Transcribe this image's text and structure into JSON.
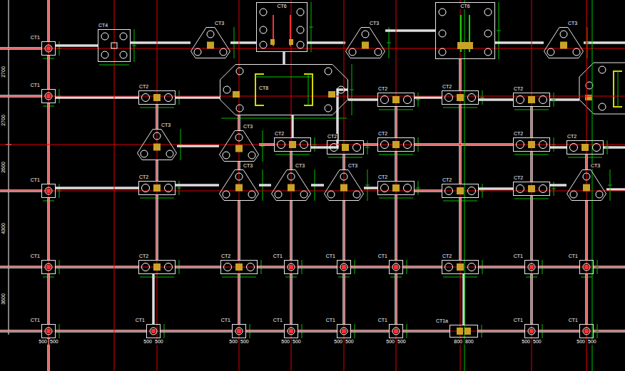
{
  "diagram": {
    "nodes": [
      {
        "text": [
          "CT1"
        ]
      },
      {
        "text": [
          "CT4"
        ]
      },
      {
        "text": [
          "CT3"
        ]
      },
      {
        "text": [
          "CT6"
        ]
      },
      {
        "text": [
          "CT3"
        ]
      },
      {
        "text": [
          "CT6"
        ]
      },
      {
        "text": [
          "CT3"
        ]
      },
      {
        "text": [
          "CT1"
        ]
      },
      {
        "text": [
          "CT2"
        ]
      },
      {
        "text": [
          "CT8"
        ]
      },
      {
        "text": [
          "CT2"
        ]
      },
      {
        "text": [
          "CT2"
        ]
      },
      {
        "text": [
          "CT2"
        ]
      },
      {
        "text": [
          "CT3"
        ]
      },
      {
        "text": [
          "CT3"
        ]
      },
      {
        "text": [
          "CT2"
        ]
      },
      {
        "text": [
          "CT2"
        ]
      },
      {
        "text": [
          "CT2"
        ]
      },
      {
        "text": [
          "CT2"
        ]
      },
      {
        "text": [
          "CT2"
        ]
      },
      {
        "text": [
          "CT1"
        ]
      },
      {
        "text": [
          "CT2"
        ]
      },
      {
        "text": [
          "CT3"
        ]
      },
      {
        "text": [
          "CT3"
        ]
      },
      {
        "text": [
          "CT3"
        ]
      },
      {
        "text": [
          "CT2"
        ]
      },
      {
        "text": [
          "CT2"
        ]
      },
      {
        "text": [
          "CT2"
        ]
      },
      {
        "text": [
          "CT3"
        ]
      },
      {
        "text": [
          "CT1"
        ]
      },
      {
        "text": [
          "CT2"
        ]
      },
      {
        "text": [
          "CT2"
        ]
      },
      {
        "text": [
          "CT1"
        ]
      },
      {
        "text": [
          "CT1"
        ]
      },
      {
        "text": [
          "CT1"
        ]
      },
      {
        "text": [
          "CT2"
        ]
      },
      {
        "text": [
          "CT1"
        ]
      },
      {
        "text": [
          "CT1"
        ]
      },
      {
        "text": [
          "CT1"
        ]
      },
      {
        "text": [
          "CT1"
        ]
      },
      {
        "text": [
          "CT1"
        ]
      },
      {
        "text": [
          "CT1"
        ]
      },
      {
        "text": [
          "CT1"
        ]
      },
      {
        "text": [
          "CT1"
        ]
      },
      {
        "text": [
          "CT1a"
        ]
      },
      {
        "text": [
          "CT1"
        ]
      },
      {
        "text": [
          "CT1"
        ]
      }
    ],
    "edges": [
      {
        "from": 0,
        "to": 1,
        "arrow": "none"
      },
      {
        "from": 1,
        "to": 2,
        "arrow": "none"
      },
      {
        "from": 2,
        "to": 3,
        "arrow": "none"
      },
      {
        "from": 3,
        "to": 4,
        "arrow": "none"
      },
      {
        "from": 4,
        "to": 5,
        "arrow": "none"
      },
      {
        "from": 5,
        "to": 6,
        "arrow": "none"
      },
      {
        "from": 7,
        "to": 8,
        "arrow": "none"
      },
      {
        "from": 8,
        "to": 9,
        "arrow": "none"
      },
      {
        "from": 9,
        "to": 10,
        "arrow": "none"
      },
      {
        "from": 10,
        "to": 11,
        "arrow": "none"
      },
      {
        "from": 11,
        "to": 12,
        "arrow": "none"
      },
      {
        "from": 13,
        "to": 14,
        "arrow": "none"
      },
      {
        "from": 14,
        "to": 15,
        "arrow": "none"
      },
      {
        "from": 15,
        "to": 16,
        "arrow": "none"
      },
      {
        "from": 16,
        "to": 17,
        "arrow": "none"
      },
      {
        "from": 17,
        "to": 18,
        "arrow": "none"
      },
      {
        "from": 18,
        "to": 19,
        "arrow": "none"
      },
      {
        "from": 20,
        "to": 21,
        "arrow": "none"
      },
      {
        "from": 21,
        "to": 22,
        "arrow": "none"
      },
      {
        "from": 22,
        "to": 23,
        "arrow": "none"
      },
      {
        "from": 23,
        "to": 24,
        "arrow": "none"
      },
      {
        "from": 24,
        "to": 25,
        "arrow": "none"
      },
      {
        "from": 25,
        "to": 26,
        "arrow": "none"
      },
      {
        "from": 26,
        "to": 27,
        "arrow": "none"
      },
      {
        "from": 27,
        "to": 28,
        "arrow": "none"
      },
      {
        "from": 29,
        "to": 30,
        "arrow": "none"
      },
      {
        "from": 30,
        "to": 31,
        "arrow": "none"
      },
      {
        "from": 31,
        "to": 32,
        "arrow": "none"
      },
      {
        "from": 32,
        "to": 33,
        "arrow": "none"
      },
      {
        "from": 33,
        "to": 34,
        "arrow": "none"
      },
      {
        "from": 34,
        "to": 35,
        "arrow": "none"
      },
      {
        "from": 35,
        "to": 36,
        "arrow": "none"
      },
      {
        "from": 36,
        "to": 37,
        "arrow": "none"
      },
      {
        "from": 38,
        "to": 39,
        "arrow": "none"
      },
      {
        "from": 39,
        "to": 40,
        "arrow": "none"
      },
      {
        "from": 40,
        "to": 41,
        "arrow": "none"
      },
      {
        "from": 41,
        "to": 42,
        "arrow": "none"
      },
      {
        "from": 42,
        "to": 43,
        "arrow": "none"
      },
      {
        "from": 43,
        "to": 44,
        "arrow": "none"
      },
      {
        "from": 44,
        "to": 45,
        "arrow": "none"
      },
      {
        "from": 45,
        "to": 46,
        "arrow": "none"
      },
      {
        "from": 0,
        "to": 7,
        "arrow": "none"
      },
      {
        "from": 7,
        "to": 20,
        "arrow": "none"
      },
      {
        "from": 20,
        "to": 29,
        "arrow": "none"
      },
      {
        "from": 29,
        "to": 38,
        "arrow": "none"
      },
      {
        "from": 8,
        "to": 13,
        "arrow": "none"
      },
      {
        "from": 13,
        "to": 21,
        "arrow": "none"
      },
      {
        "from": 21,
        "to": 30,
        "arrow": "none"
      },
      {
        "from": 30,
        "to": 39,
        "arrow": "none"
      },
      {
        "from": 9,
        "to": 14,
        "arrow": "none"
      },
      {
        "from": 14,
        "to": 22,
        "arrow": "none"
      },
      {
        "from": 22,
        "to": 31,
        "arrow": "none"
      },
      {
        "from": 31,
        "to": 40,
        "arrow": "none"
      },
      {
        "from": 3,
        "to": 9,
        "arrow": "none"
      },
      {
        "from": 9,
        "to": 15,
        "arrow": "none"
      },
      {
        "from": 15,
        "to": 23,
        "arrow": "none"
      },
      {
        "from": 23,
        "to": 32,
        "arrow": "none"
      },
      {
        "from": 32,
        "to": 41,
        "arrow": "none"
      },
      {
        "from": 9,
        "to": 16,
        "arrow": "none"
      },
      {
        "from": 16,
        "to": 24,
        "arrow": "none"
      },
      {
        "from": 24,
        "to": 33,
        "arrow": "none"
      },
      {
        "from": 33,
        "to": 42,
        "arrow": "none"
      },
      {
        "from": 10,
        "to": 17,
        "arrow": "none"
      },
      {
        "from": 17,
        "to": 25,
        "arrow": "none"
      },
      {
        "from": 25,
        "to": 34,
        "arrow": "none"
      },
      {
        "from": 34,
        "to": 43,
        "arrow": "none"
      },
      {
        "from": 5,
        "to": 11,
        "arrow": "none"
      },
      {
        "from": 11,
        "to": 26,
        "arrow": "none"
      },
      {
        "from": 26,
        "to": 35,
        "arrow": "none"
      },
      {
        "from": 35,
        "to": 44,
        "arrow": "none"
      },
      {
        "from": 12,
        "to": 18,
        "arrow": "none"
      },
      {
        "from": 18,
        "to": 27,
        "arrow": "none"
      },
      {
        "from": 27,
        "to": 36,
        "arrow": "none"
      },
      {
        "from": 36,
        "to": 45,
        "arrow": "none"
      },
      {
        "from": 19,
        "to": 28,
        "arrow": "none"
      },
      {
        "from": 28,
        "to": 37,
        "arrow": "none"
      },
      {
        "from": 37,
        "to": 46,
        "arrow": "none"
      }
    ],
    "labels": [
      "2700",
      "2700",
      "2600",
      "4300",
      "3600",
      "500",
      "500",
      "500",
      "500",
      "500",
      "500",
      "500",
      "500",
      "500",
      "500",
      "500",
      "500",
      "800",
      "800",
      "500",
      "500",
      "500",
      "500"
    ]
  }
}
